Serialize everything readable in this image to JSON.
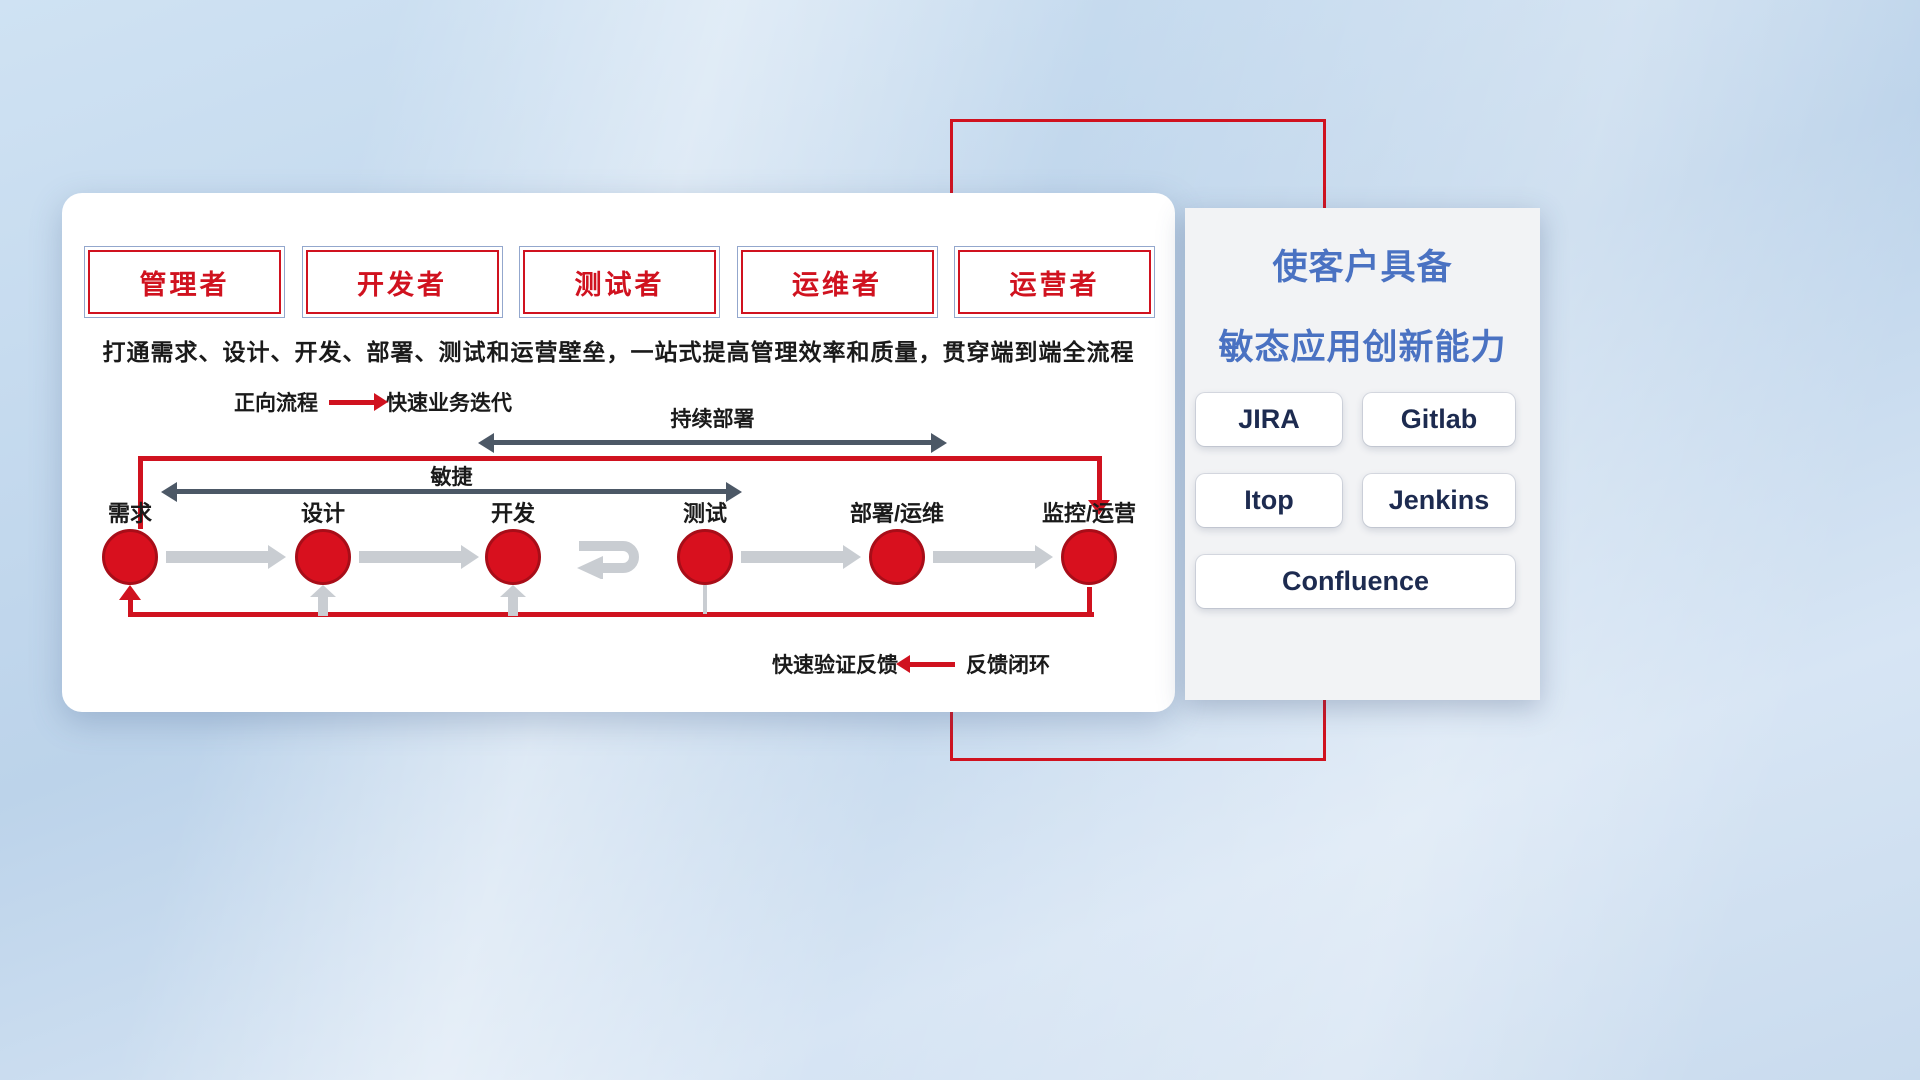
{
  "colors": {
    "red": "#d0121f",
    "blue_title": "#4a72c2",
    "dark_arrow": "#4c5866",
    "gray_arrow": "#c9cdd2"
  },
  "roles": [
    "管理者",
    "开发者",
    "测试者",
    "运维者",
    "运营者"
  ],
  "subtitle": "打通需求、设计、开发、部署、测试和运营壁垒，一站式提高管理效率和质量，贯穿端到端全流程",
  "legend_forward": {
    "label": "正向流程",
    "value": "快速业务迭代"
  },
  "flow": {
    "cd_label": "持续部署",
    "agile_label": "敏捷",
    "stages": [
      "需求",
      "设计",
      "开发",
      "测试",
      "部署/运维",
      "监控/运营"
    ]
  },
  "legend_feedback": {
    "label": "快速验证反馈",
    "value": "反馈闭环"
  },
  "right_panel": {
    "title_line1": "使客户具备",
    "title_line2": "敏态应用创新能力",
    "tools": [
      "JIRA",
      "Gitlab",
      "Itop",
      "Jenkins",
      "Confluence"
    ]
  }
}
